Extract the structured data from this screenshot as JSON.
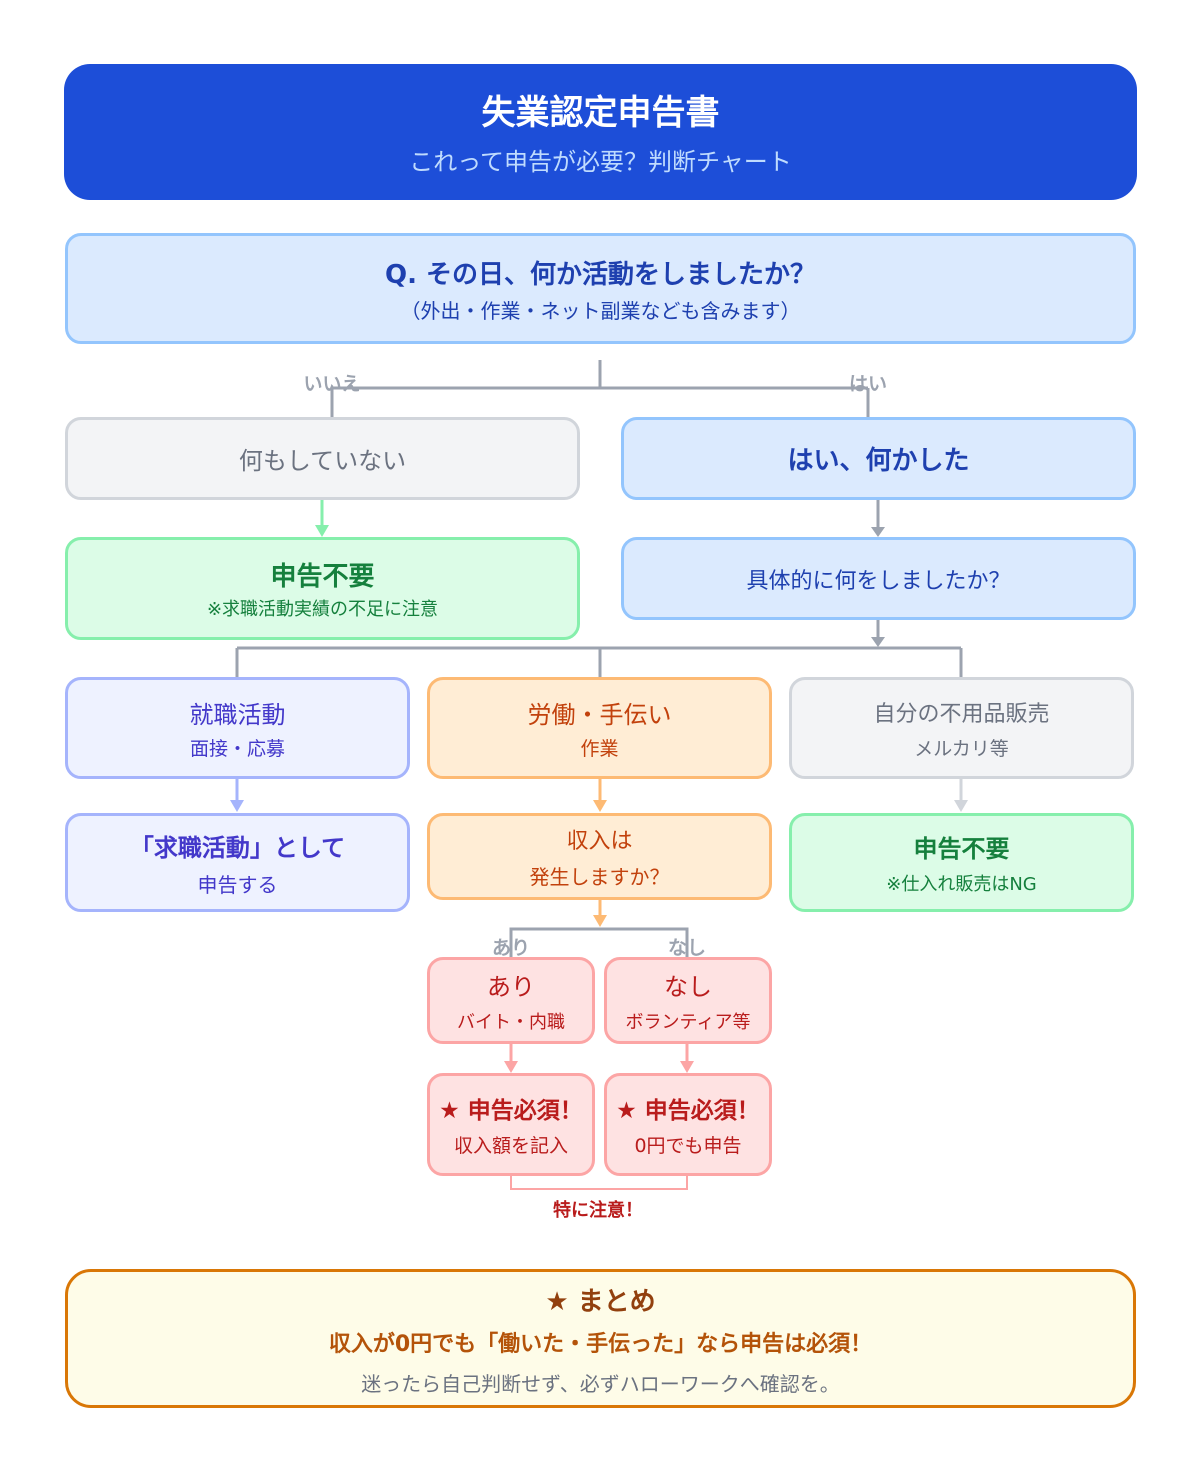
{
  "header": {
    "title": "失業認定申告書",
    "subtitle": "これって申告が必要？判断チャート"
  },
  "question": {
    "title": "Q. その日、何か活動をしましたか？",
    "sub": "（外出・作業・ネット副業なども含みます）"
  },
  "branch_labels": {
    "no": "いいえ",
    "yes": "はい",
    "income_yes": "あり",
    "income_no": "なし"
  },
  "no_box": {
    "label": "何もしていない"
  },
  "yes_box": {
    "label": "はい、何かした"
  },
  "no_result": {
    "title": "申告不要",
    "note": "※求職活動実績の不足に注意"
  },
  "what_box": {
    "label": "具体的に何をしましたか？"
  },
  "activities": [
    {
      "title": "就職活動",
      "sub": "面接・応募"
    },
    {
      "title": "労働・手伝い",
      "sub": "作業"
    },
    {
      "title": "自分の不用品販売",
      "sub": "メルカリ等"
    }
  ],
  "results": [
    {
      "title": "「求職活動」として",
      "sub": "申告する"
    },
    {
      "title": "収入は",
      "sub": "発生しますか？"
    },
    {
      "title": "申告不要",
      "sub": "※仕入れ販売はNG"
    }
  ],
  "income": [
    {
      "title": "あり",
      "sub": "バイト・内職",
      "result_title": "★ 申告必須！",
      "result_sub": "収入額を記入"
    },
    {
      "title": "なし",
      "sub": "ボランティア等",
      "result_title": "★ 申告必須！",
      "result_sub": "0円でも申告"
    }
  ],
  "attention": "特に注意！",
  "summary": {
    "title": "★ まとめ",
    "main": "収入が0円でも「働いた・手伝った」なら申告は必須！",
    "note": "迷ったら自己判断せず、必ずハローワークへ確認を。"
  }
}
